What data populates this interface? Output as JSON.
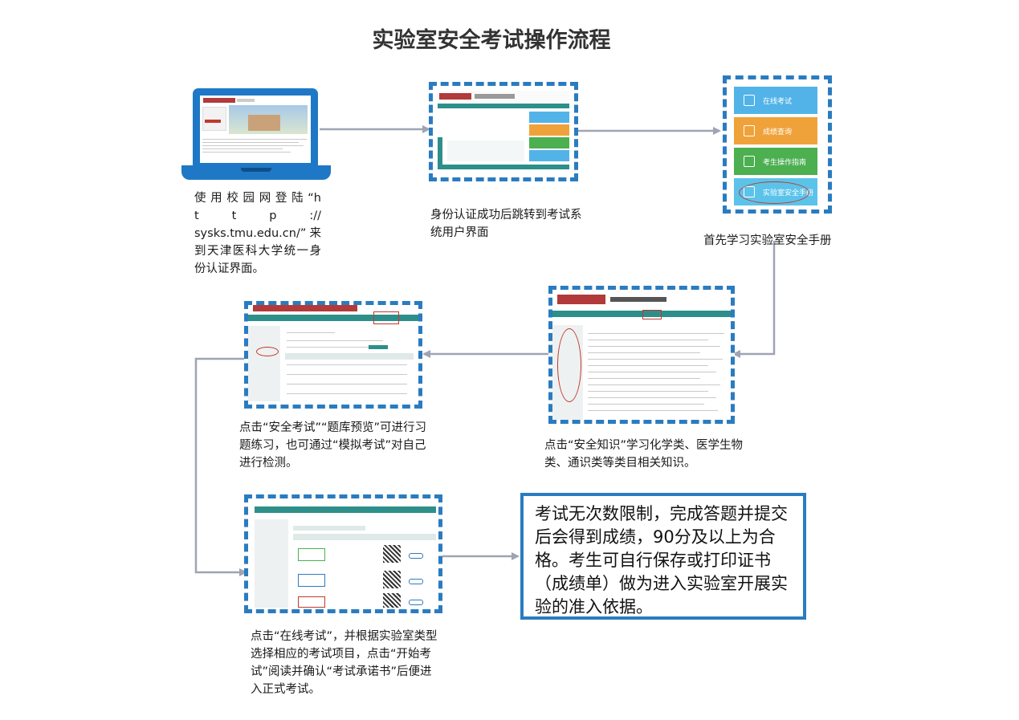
{
  "title": "实验室安全考试操作流程",
  "steps": {
    "login": {
      "caption": "使 用 校 园 网 登 陆 “h t t p :// sysks.tmu.edu.cn/”来到天津医科大学统一身份认证界面。"
    },
    "portal": {
      "caption": "身份认证成功后跳转到考试系统用户界面"
    },
    "menu": {
      "caption": "首先学习实验室安全手册",
      "tiles": [
        "在线考试",
        "成绩查询",
        "考生操作指南",
        "实验室安全手册"
      ]
    },
    "knowledge": {
      "caption": "点击“安全知识”学习化学类、医学生物类、通识类等类目相关知识。"
    },
    "practice": {
      "caption": "点击“安全考试”“题库预览”可进行习题练习，也可通过“模拟考试”对自己进行检测。"
    },
    "online_exam": {
      "caption": "点击“在线考试”，并根据实验室类型选择相应的考试项目，点击“开始考试”阅读并确认“考试承诺书”后便进入正式考试。"
    }
  },
  "result": {
    "text": "考试无次数限制，完成答题并提交后会得到成绩，90分及以上为合格。考生可自行保存或打印证书（成绩单）做为进入实验室开展实验的准入依据。"
  },
  "colors": {
    "dash_border": "#2a7cc0",
    "tile_1": "#52b3e8",
    "tile_2": "#f0a23a",
    "tile_3": "#4caf50",
    "tile_4": "#5bc3ea",
    "arrow": "#9fa4b4",
    "highlight_ellipse": "#c0392b"
  }
}
